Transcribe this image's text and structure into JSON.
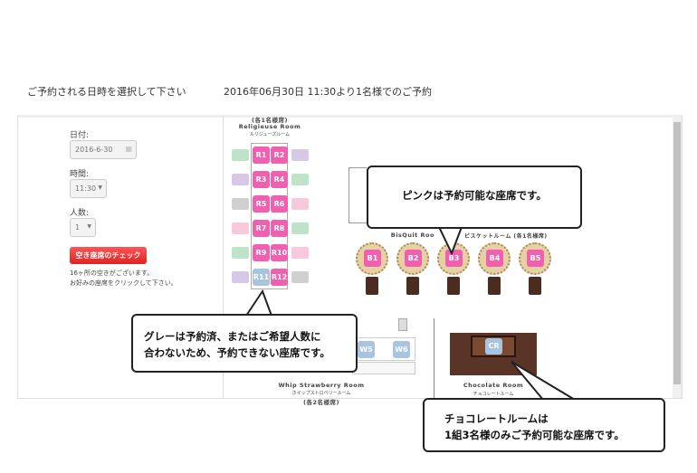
{
  "header": {
    "instruction": "ご予約される日時を選択して下さい",
    "summary": "2016年06月30日 11:30より1名様でのご予約"
  },
  "form": {
    "date_label": "日付:",
    "date_value": "2016-6-30",
    "time_label": "時間:",
    "time_value": "11:30",
    "people_label": "人数:",
    "people_value": "1",
    "check_button": "空き座席のチェック",
    "availability_line1": "16ヶ所の空きがございます。",
    "availability_line2": "お好みの座席をクリックして下さい。"
  },
  "religieuse": {
    "capacity": "(各1名様席)",
    "name": "Religieuse Room",
    "name_jp": "ルリジューズルーム",
    "seats": [
      {
        "label": "R1",
        "status": "available"
      },
      {
        "label": "R2",
        "status": "available"
      },
      {
        "label": "R3",
        "status": "available"
      },
      {
        "label": "R4",
        "status": "available"
      },
      {
        "label": "R5",
        "status": "available"
      },
      {
        "label": "R6",
        "status": "available"
      },
      {
        "label": "R7",
        "status": "available"
      },
      {
        "label": "R8",
        "status": "available"
      },
      {
        "label": "R9",
        "status": "available"
      },
      {
        "label": "R10",
        "status": "available"
      },
      {
        "label": "R11",
        "status": "unavailable"
      },
      {
        "label": "R12",
        "status": "available"
      }
    ]
  },
  "bisquit": {
    "name": "BisQuit Roo",
    "name_tail": "ビスケットルーム (各1名様席)",
    "seats": [
      "B1",
      "B2",
      "B3",
      "B4",
      "B5"
    ]
  },
  "whip": {
    "name": "Whip Strawberry Room",
    "name_jp": "ホイップストロベリールーム",
    "capacity": "(各2名様席)",
    "seats": [
      "W5",
      "W6"
    ]
  },
  "chocolate": {
    "name": "Chocolate Room",
    "name_jp": "チョコレートルーム",
    "seat": "CR"
  },
  "callouts": {
    "pink": "ピンクは予約可能な座席です。",
    "gray_line1": "グレーは予約済、またはご希望人数に",
    "gray_line2": "合わないため、予約できない座席です。",
    "choco_line1": "チョコレートルームは",
    "choco_line2": "1組3名様のみご予約可能な座席です。"
  },
  "colors": {
    "available": "#f060b0",
    "unavailable": "#a8c4e0",
    "button": "#e33333"
  }
}
